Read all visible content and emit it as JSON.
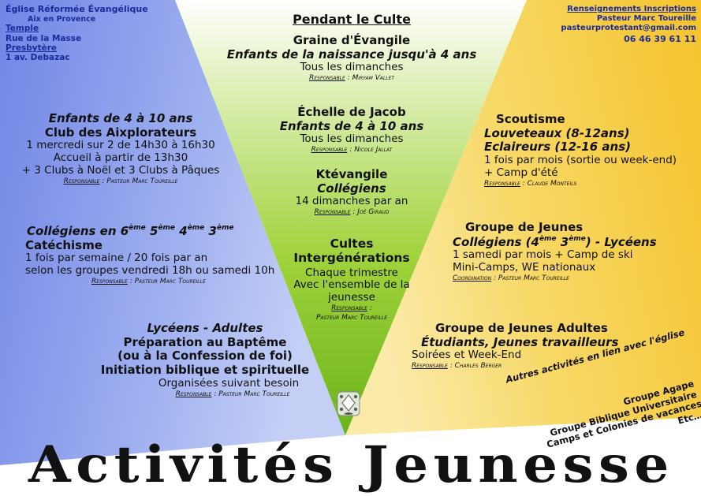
{
  "colors": {
    "left": "#7f92e8",
    "center": "#a7d83f",
    "right": "#f4cf3d",
    "bottom": "#ffffff"
  },
  "church": {
    "name": "Église Réformée Évangélique",
    "city": "Aix en Provence",
    "temple_label": "Temple",
    "temple_addr": "Rue de la Masse",
    "presb_label": "Presbytère",
    "presb_addr": "1 av. Debazac"
  },
  "contact": {
    "label": "Renseignements Inscriptions",
    "name": "Pasteur Marc Toureille",
    "email": "pasteurprotestant@gmail.com",
    "phone": "06 46 39 61 11"
  },
  "center": {
    "heading": "Pendant le Culte",
    "graine": {
      "name": "Graine d'Évangile",
      "age": "Enfants de la naissance jusqu'à 4 ans",
      "when": "Tous les dimanches",
      "resp_label": "Responsable",
      "resp": " : Miryam Vallet"
    },
    "echelle": {
      "name": "Échelle de Jacob",
      "age": "Enfants de 4 à 10 ans",
      "when": "Tous les dimanches",
      "resp_label": "Responsable",
      "resp": " : Nicole Jallat"
    },
    "ktevangile": {
      "name": "Ktévangile",
      "age": "Collégiens",
      "when": "14 dimanches par an",
      "resp_label": "Responsable",
      "resp": " : Joë Giraud"
    },
    "cultes": {
      "name1": "Cultes",
      "name2": "Intergénérations",
      "when1": "Chaque trimestre",
      "when2": "Avec l'ensemble de la",
      "when3": "jeunesse",
      "resp_label": "Responsable",
      "resp_colon": " :",
      "resp": "Pasteur Marc Toureille"
    }
  },
  "left": {
    "aix": {
      "age": "Enfants de 4 à 10 ans",
      "name": "Club des Aixplorateurs",
      "l1": "1 mercredi sur 2 de 14h30 à 16h30",
      "l2": "Accueil à partir de 13h30",
      "l3": "+ 3 Clubs à Noël et 3 Clubs à Pâques",
      "resp_label": "Responsable",
      "resp": " : Pasteur Marc Toureille"
    },
    "kt": {
      "age_pre": "Collégiens en 6",
      "sup1": "ème",
      "age_5": " 5",
      "sup2": "ème",
      "age_4": " 4",
      "sup3": "ème",
      "age_3": " 3",
      "sup4": "ème",
      "name": "Catéchisme",
      "l1": "1 fois par semaine / 20 fois par an",
      "l2": "selon les groupes vendredi 18h ou samedi 10h",
      "resp_label": "Responsable",
      "resp": " : Pasteur Marc Toureille"
    },
    "bapteme": {
      "age": "Lycéens -  Adultes",
      "l1": "Préparation au Baptême",
      "l2": "(ou à la Confession de foi)",
      "l3": "Initiation biblique et spirituelle",
      "l4": "Organisées suivant besoin",
      "resp_label": "Responsable",
      "resp": " : Pasteur Marc Toureille"
    }
  },
  "right": {
    "scout": {
      "name": "Scoutisme",
      "l1": "Louveteaux (8-12ans)",
      "l2": "Eclaireurs (12-16 ans)",
      "l3": "1 fois par mois (sortie ou week-end)",
      "l4": "+ Camp d'été",
      "resp_label": "Responsable",
      "resp": " : Claude Monteils"
    },
    "jeunes": {
      "name": "Groupe de Jeunes",
      "age_pre": "Collégiens (4",
      "sup1": "ème",
      "age_mid": " 3",
      "sup2": "ème",
      "age_post": ") - Lycéens",
      "l1": "1 samedi par mois + Camp de ski",
      "l2": "Mini-Camps, WE nationaux",
      "resp_label": "Coordination",
      "resp": " : Pasteur Marc Toureille"
    },
    "adultes": {
      "name": "Groupe de Jeunes Adultes",
      "age": "Étudiants, Jeunes travailleurs",
      "l1": "Soirées et Week-End",
      "resp_label": "Responsable",
      "resp": " : Charles Berger"
    }
  },
  "other": {
    "title": "Autres activités en lien avec l'église",
    "items": [
      "Groupe Agape",
      "Groupe Biblique Universitaire",
      "Camps et Colonies de vacances",
      "Etc…"
    ]
  },
  "logo": {
    "icon": "huguenot-cross-icon"
  },
  "main_title": "Activités Jeunesse"
}
